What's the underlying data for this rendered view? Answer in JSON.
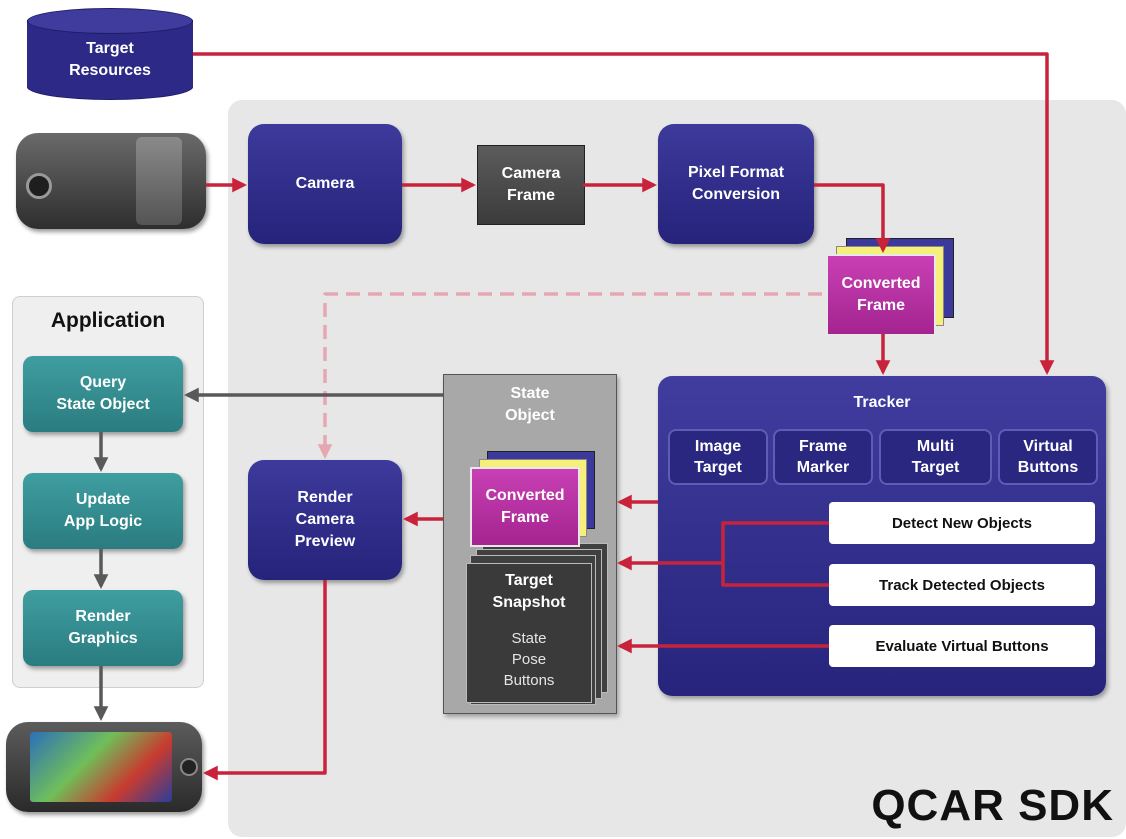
{
  "sdk_label": "QCAR SDK",
  "target_resources": "Target\nResources",
  "camera": "Camera",
  "camera_frame": "Camera\nFrame",
  "pixel_format_conversion": "Pixel Format\nConversion",
  "converted_frame": "Converted\nFrame",
  "application": {
    "title": "Application",
    "query_state_object": "Query\nState Object",
    "update_app_logic": "Update\nApp Logic",
    "render_graphics": "Render\nGraphics"
  },
  "render_camera_preview": "Render\nCamera\nPreview",
  "state_object": {
    "title": "State\nObject",
    "converted_frame": "Converted\nFrame",
    "target_snapshot": "Target\nSnapshot",
    "snapshot_fields": "State\nPose\nButtons"
  },
  "tracker": {
    "title": "Tracker",
    "types": [
      "Image\nTarget",
      "Frame\nMarker",
      "Multi\nTarget",
      "Virtual\nButtons"
    ],
    "operations": [
      "Detect New Objects",
      "Track Detected Objects",
      "Evaluate Virtual Buttons"
    ]
  },
  "colors": {
    "sdk_blue": "#2e2b8a",
    "arrow_red": "#c8233a",
    "arrow_gray": "#595959",
    "teal": "#2f8a8d",
    "magenta": "#b5339f"
  }
}
